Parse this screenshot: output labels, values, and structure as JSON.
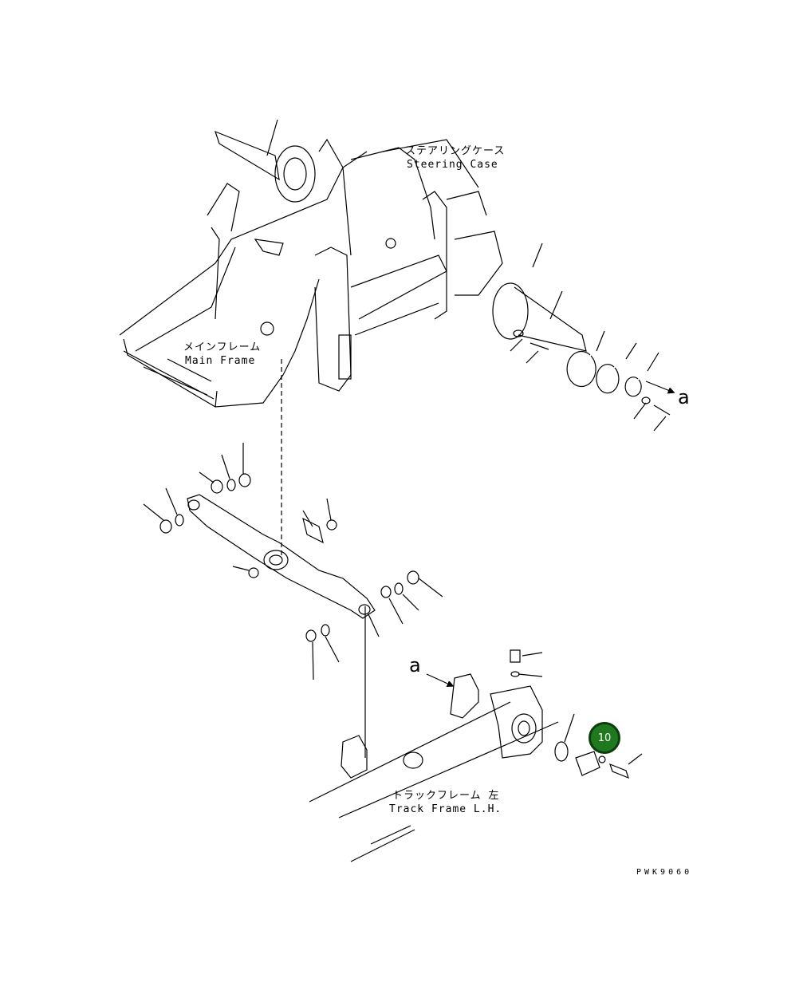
{
  "labels": {
    "steering_case_jp": "ステアリングケース",
    "steering_case_en": "Steering Case",
    "main_frame_jp": "メインフレーム",
    "main_frame_en": "Main Frame",
    "track_frame_jp": "トラックフレーム 左",
    "track_frame_en": "Track Frame L.H.",
    "view_marker_top": "a",
    "view_marker_bottom": "a"
  },
  "drawing_code": "PWK9060",
  "highlighted_part": {
    "number": "10",
    "color": "#1f7a1f"
  }
}
